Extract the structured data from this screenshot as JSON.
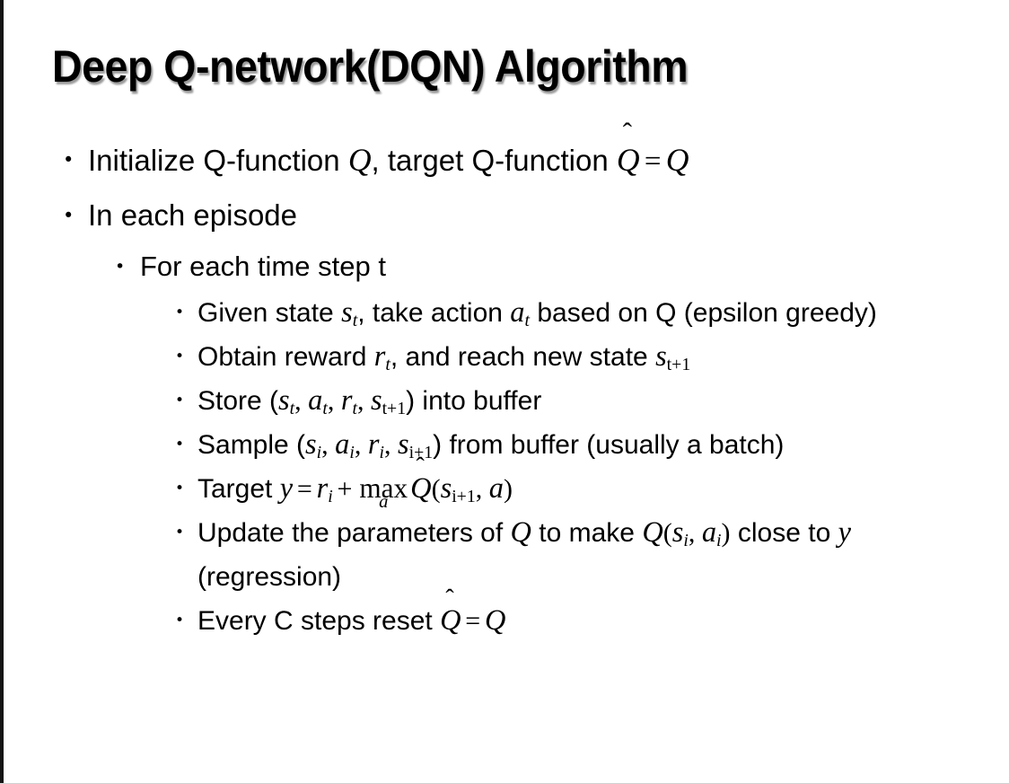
{
  "slide": {
    "title": "Deep Q-network(DQN) Algorithm",
    "bullet_glyph": "•",
    "background_color": "#ffffff",
    "text_color": "#000000",
    "edge_bar_color": "#141414"
  },
  "content": {
    "items": [
      {
        "level": 1,
        "id": "initialize",
        "plain_text": "Initialize Q-function Q, target Q-function Q̂ = Q",
        "segments": {
          "lead": "Initialize Q-function ",
          "sym_q1": "Q",
          "mid": ", target Q-function ",
          "qhat": "Q",
          "hat": "ˆ",
          "equals": "=",
          "sym_q2": "Q"
        }
      },
      {
        "level": 1,
        "id": "in-each-episode",
        "plain_text": "In each episode",
        "segments": {
          "lead": "In each episode"
        }
      },
      {
        "level": 2,
        "id": "for-each-time-step",
        "plain_text": "For each time step t",
        "segments": {
          "lead": "For each time step t"
        }
      },
      {
        "level": 3,
        "id": "given-state",
        "plain_text": "Given state s_t, take action a_t based on Q (epsilon greedy)",
        "segments": {
          "lead": "Given state ",
          "s": "s",
          "s_sub": "t",
          "mid": ", take action ",
          "a": "a",
          "a_sub": "t",
          "tail": " based on Q (epsilon greedy)"
        }
      },
      {
        "level": 3,
        "id": "obtain-reward",
        "plain_text": "Obtain reward r_t, and reach new state s_{t+1}",
        "segments": {
          "lead": "Obtain reward ",
          "r": "r",
          "r_sub": "t",
          "mid": ", and reach new state ",
          "s": "s",
          "s_sub": "t+1"
        }
      },
      {
        "level": 3,
        "id": "store-into-buffer",
        "plain_text": "Store (s_t, a_t, r_t, s_{t+1}) into buffer",
        "segments": {
          "lead": "Store (",
          "s1": "s",
          "s1_sub": "t",
          "c1": ", ",
          "a1": "a",
          "a1_sub": "t",
          "c2": ", ",
          "r1": "r",
          "r1_sub": "t",
          "c3": ", ",
          "s2": "s",
          "s2_sub": "t+1",
          "tail": ") into buffer"
        }
      },
      {
        "level": 3,
        "id": "sample-from-buffer",
        "plain_text": "Sample (s_i, a_i, r_i, s_{i+1}) from buffer (usually a batch)",
        "segments": {
          "lead": "Sample (",
          "s1": "s",
          "s1_sub": "i",
          "c1": ", ",
          "a1": "a",
          "a1_sub": "i",
          "c2": ", ",
          "r1": "r",
          "r1_sub": "i",
          "c3": ", ",
          "s2": "s",
          "s2_sub": "i+1",
          "tail": ") from buffer (usually a batch)"
        }
      },
      {
        "level": 3,
        "id": "target",
        "plain_text": "Target y = r_i + max_a Q̂(s_{i+1}, a)",
        "segments": {
          "lead": "Target ",
          "y": "y",
          "equals": "=",
          "r": "r",
          "r_sub": "i",
          "plus": "+",
          "max": "max",
          "max_sub": "a",
          "qhat": "Q",
          "hat": "ˆ",
          "open": "(",
          "s": "s",
          "s_sub": "i+1",
          "comma": ", ",
          "a": "a",
          "close": ")"
        }
      },
      {
        "level": 3,
        "id": "update-parameters",
        "plain_text": "Update the parameters of Q to make Q(s_i, a_i) close to y (regression)",
        "segments": {
          "lead": "Update the parameters of ",
          "q1": "Q",
          "mid": " to make ",
          "q2": "Q",
          "open": "(",
          "s": "s",
          "s_sub": "i",
          "comma": ", ",
          "a": "a",
          "a_sub": "i",
          "close": ")",
          "tail": " close to ",
          "y": "y",
          "tail2": " (regression)"
        }
      },
      {
        "level": 3,
        "id": "every-c-steps",
        "plain_text": "Every C steps reset Q̂ = Q",
        "segments": {
          "lead": "Every C steps reset ",
          "qhat": "Q",
          "hat": "ˆ",
          "equals": "=",
          "q": "Q"
        }
      }
    ]
  }
}
